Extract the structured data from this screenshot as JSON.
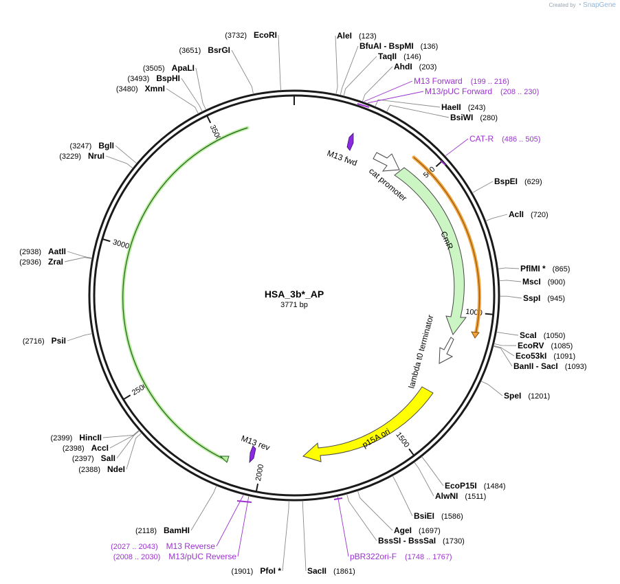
{
  "watermark": {
    "prefix": "Created by",
    "brand": "SnapGene"
  },
  "plasmid": {
    "name": "HSA_3b*_AP",
    "length_label": "3771 bp",
    "length": 3771
  },
  "ticks": [
    500,
    1000,
    1500,
    2000,
    2500,
    3000,
    3500
  ],
  "enzymes": [
    {
      "name": "AleI",
      "pos": "(123)",
      "bp": 123
    },
    {
      "name": "BfuAI  -  BspMI",
      "pos": "(136)",
      "bp": 136
    },
    {
      "name": "TaqII",
      "pos": "(146)",
      "bp": 146
    },
    {
      "name": "AhdI",
      "pos": "(203)",
      "bp": 203
    },
    {
      "name": "HaeII",
      "pos": "(243)",
      "bp": 243
    },
    {
      "name": "BsiWI",
      "pos": "(280)",
      "bp": 280
    },
    {
      "name": "BspEI",
      "pos": "(629)",
      "bp": 629
    },
    {
      "name": "AclI",
      "pos": "(720)",
      "bp": 720
    },
    {
      "name": "PflMI *",
      "pos": "(865)",
      "bp": 865
    },
    {
      "name": "MscI",
      "pos": "(900)",
      "bp": 900
    },
    {
      "name": "SspI",
      "pos": "(945)",
      "bp": 945
    },
    {
      "name": "ScaI",
      "pos": "(1050)",
      "bp": 1050
    },
    {
      "name": "EcoRV",
      "pos": "(1085)",
      "bp": 1085
    },
    {
      "name": "Eco53kI",
      "pos": "(1091)",
      "bp": 1091
    },
    {
      "name": "BanII  -  SacI",
      "pos": "(1093)",
      "bp": 1093
    },
    {
      "name": "SpeI",
      "pos": "(1201)",
      "bp": 1201
    },
    {
      "name": "EcoP15I",
      "pos": "(1484)",
      "bp": 1484
    },
    {
      "name": "AlwNI",
      "pos": "(1511)",
      "bp": 1511
    },
    {
      "name": "BsiEI",
      "pos": "(1586)",
      "bp": 1586
    },
    {
      "name": "AgeI",
      "pos": "(1697)",
      "bp": 1697
    },
    {
      "name": "BssSI  -  BssSaI",
      "pos": "(1730)",
      "bp": 1730
    },
    {
      "name": "SacII",
      "pos": "(1861)",
      "bp": 1861
    },
    {
      "name": "PfoI *",
      "pos": "(1901)",
      "bp": 1901
    },
    {
      "name": "BamHI",
      "pos": "(2118)",
      "bp": 2118
    },
    {
      "name": "NdeI",
      "pos": "(2388)",
      "bp": 2388
    },
    {
      "name": "SalI",
      "pos": "(2397)",
      "bp": 2397
    },
    {
      "name": "AccI",
      "pos": "(2398)",
      "bp": 2398
    },
    {
      "name": "HincII",
      "pos": "(2399)",
      "bp": 2399
    },
    {
      "name": "PsiI",
      "pos": "(2716)",
      "bp": 2716
    },
    {
      "name": "ZraI",
      "pos": "(2936)",
      "bp": 2936
    },
    {
      "name": "AatII",
      "pos": "(2938)",
      "bp": 2938
    },
    {
      "name": "NruI",
      "pos": "(3229)",
      "bp": 3229
    },
    {
      "name": "BglI",
      "pos": "(3247)",
      "bp": 3247
    },
    {
      "name": "XmnI",
      "pos": "(3480)",
      "bp": 3480
    },
    {
      "name": "BspHI",
      "pos": "(3493)",
      "bp": 3493
    },
    {
      "name": "ApaLI",
      "pos": "(3505)",
      "bp": 3505
    },
    {
      "name": "BsrGI",
      "pos": "(3651)",
      "bp": 3651
    },
    {
      "name": "EcoRI",
      "pos": "(3732)",
      "bp": 3732
    }
  ],
  "primers": [
    {
      "name": "M13 Forward",
      "pos": "(199 .. 216)",
      "start": 199,
      "end": 216
    },
    {
      "name": "M13/pUC Forward",
      "pos": "(208 .. 230)",
      "start": 208,
      "end": 230
    },
    {
      "name": "CAT-R",
      "pos": "(486 .. 505)",
      "start": 486,
      "end": 505
    },
    {
      "name": "pBR322ori-F",
      "pos": "(1748 .. 1767)",
      "start": 1748,
      "end": 1767
    },
    {
      "name": "M13/pUC Reverse",
      "pos": "(2008 .. 2030)",
      "start": 2008,
      "end": 2030
    },
    {
      "name": "M13 Reverse",
      "pos": "(2027 .. 2043)",
      "start": 2027,
      "end": 2043
    }
  ],
  "features": [
    {
      "name": "M13 fwd",
      "color": "#8a2be2"
    },
    {
      "name": "cat promoter",
      "color": "#ffffff"
    },
    {
      "name": "CmR",
      "color": "#ccf5c4"
    },
    {
      "name": "lambda t0 terminator",
      "color": "#ffffff"
    },
    {
      "name": "p15A ori",
      "color": "#ffff00"
    },
    {
      "name": "M13 rev",
      "color": "#8a2be2"
    }
  ],
  "colors": {
    "backbone": "#1a1a1a",
    "primer": "#9b30d0",
    "orange_feature": "#f2a33a",
    "green_feature": "#b9ec9c"
  }
}
